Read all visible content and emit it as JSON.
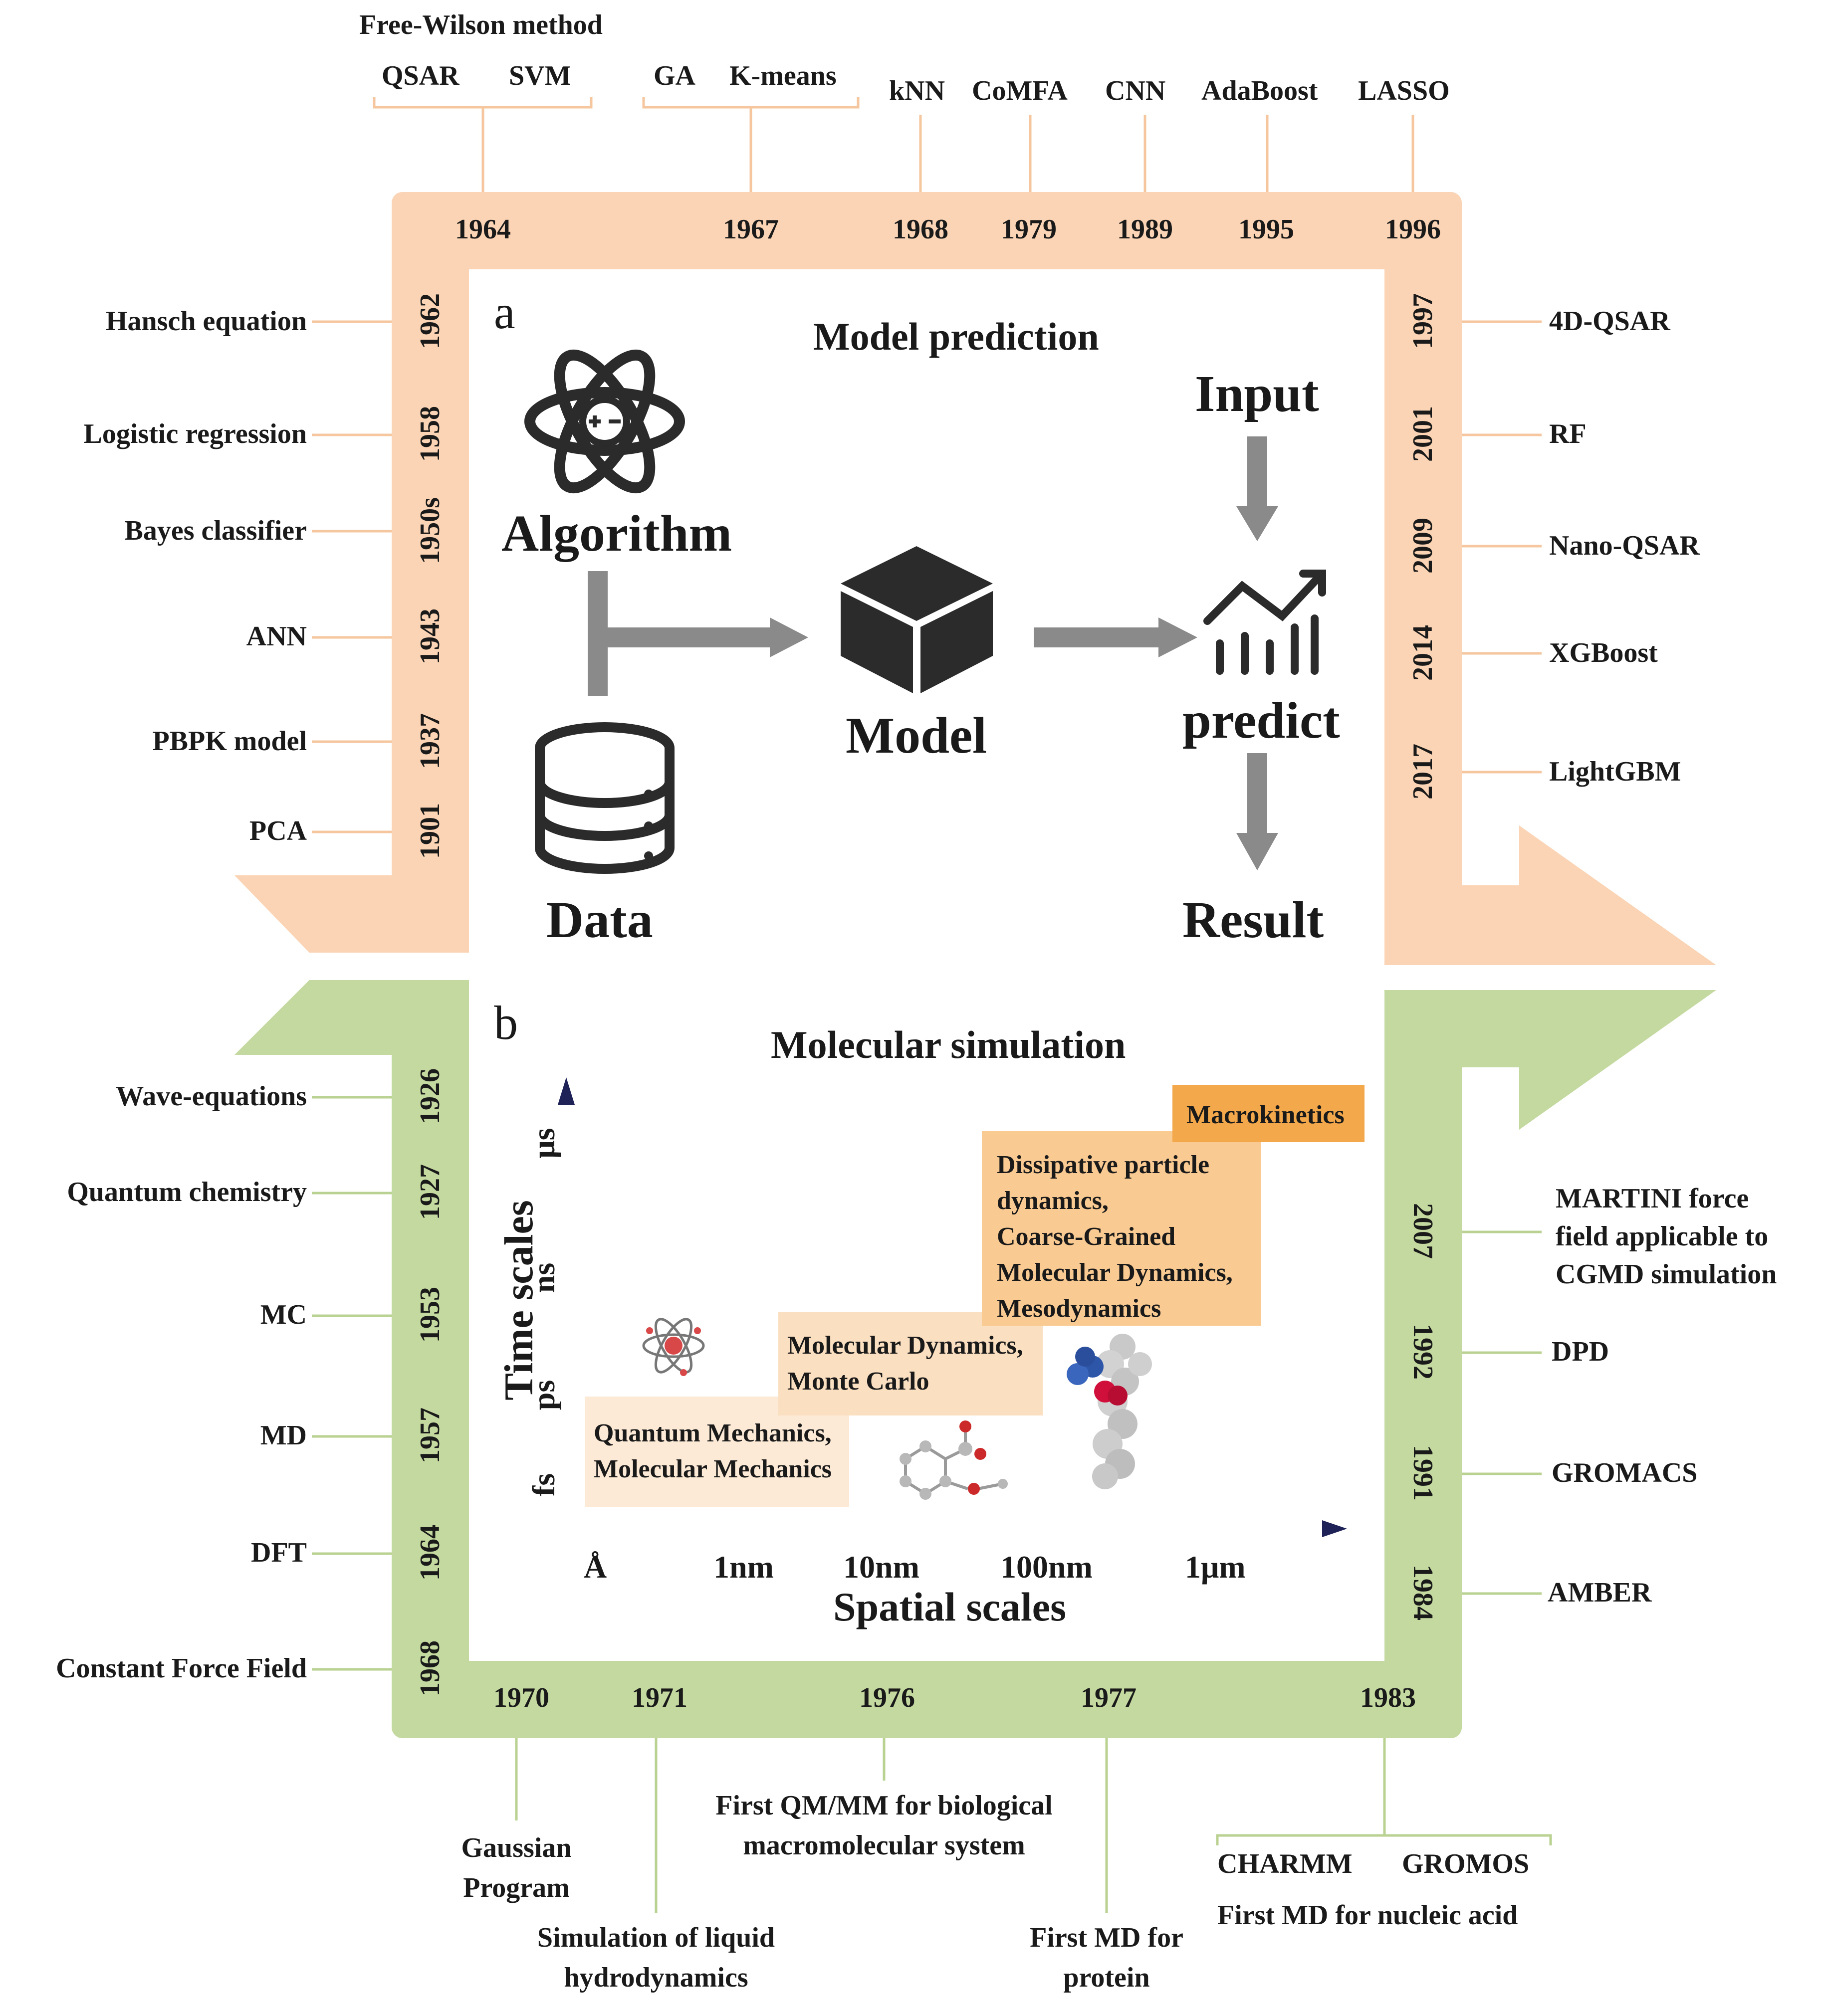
{
  "colors": {
    "orange": "#FAD4B4",
    "green": "#C4D9A0",
    "arrow_gray": "#8a8a8a",
    "icon_dark": "#2b2b2b",
    "axis_dark": "#1f2257",
    "axis_light": "#5a8fd6"
  },
  "panel_a": {
    "letter": "a",
    "title": "Model prediction",
    "algorithm": "Algorithm",
    "data": "Data",
    "model": "Model",
    "input": "Input",
    "predict": "predict",
    "result": "Result",
    "top_years": [
      "1964",
      "1967",
      "1968",
      "1979",
      "1989",
      "1995",
      "1996"
    ],
    "top_labels": {
      "free_wilson": "Free-Wilson method",
      "qsar": "QSAR",
      "svm": "SVM",
      "ga": "GA",
      "kmeans": "K-means",
      "knn": "kNN",
      "comfa": "CoMFA",
      "cnn": "CNN",
      "adaboost": "AdaBoost",
      "lasso": "LASSO"
    },
    "left": [
      {
        "year": "1962",
        "label": "Hansch equation"
      },
      {
        "year": "1958",
        "label": "Logistic regression"
      },
      {
        "year": "1950s",
        "label": "Bayes classifier"
      },
      {
        "year": "1943",
        "label": "ANN"
      },
      {
        "year": "1937",
        "label": "PBPK model"
      },
      {
        "year": "1901",
        "label": "PCA"
      }
    ],
    "right": [
      {
        "year": "1997",
        "label": "4D-QSAR"
      },
      {
        "year": "2001",
        "label": "RF"
      },
      {
        "year": "2009",
        "label": "Nano-QSAR"
      },
      {
        "year": "2014",
        "label": "XGBoost"
      },
      {
        "year": "2017",
        "label": "LightGBM"
      }
    ]
  },
  "panel_b": {
    "letter": "b",
    "title": "Molecular simulation",
    "y_axis_label": "Time scales",
    "x_axis_label": "Spatial scales",
    "y_ticks": [
      "fs",
      "ps",
      "ns",
      "μs"
    ],
    "x_ticks": [
      "Å",
      "1nm",
      "10nm",
      "100nm",
      "1μm"
    ],
    "boxes": {
      "qm": [
        "Quantum Mechanics,",
        "Molecular Mechanics"
      ],
      "md": [
        "Molecular Dynamics,",
        "Monte Carlo"
      ],
      "dpd": [
        "Dissipative particle",
        "dynamics,",
        "Coarse-Grained",
        "Molecular Dynamics,",
        "Mesodynamics"
      ],
      "macro": "Macrokinetics"
    },
    "left": [
      {
        "year": "1926",
        "label": "Wave-equations"
      },
      {
        "year": "1927",
        "label": "Quantum chemistry"
      },
      {
        "year": "1953",
        "label": "MC"
      },
      {
        "year": "1957",
        "label": "MD"
      },
      {
        "year": "1964",
        "label": "DFT"
      },
      {
        "year": "1968",
        "label": "Constant Force Field"
      }
    ],
    "right": [
      {
        "year": "2007",
        "label": [
          "MARTINI force",
          "field applicable to",
          "CGMD simulation"
        ]
      },
      {
        "year": "1992",
        "label": "DPD"
      },
      {
        "year": "1991",
        "label": "GROMACS"
      },
      {
        "year": "1984",
        "label": "AMBER"
      }
    ],
    "bottom_years": [
      "1970",
      "1971",
      "1976",
      "1977",
      "1983"
    ],
    "bottom_labels": {
      "gaussian": [
        "Gaussian",
        "Program"
      ],
      "liquid": [
        "Simulation of liquid",
        "hydrodynamics"
      ],
      "qmmm": [
        "First QM/MM for biological",
        "macromolecular system"
      ],
      "protein": [
        "First MD for",
        "protein"
      ],
      "charmm": "CHARMM",
      "gromos": "GROMOS",
      "nucleic": "First MD for nucleic acid"
    }
  }
}
